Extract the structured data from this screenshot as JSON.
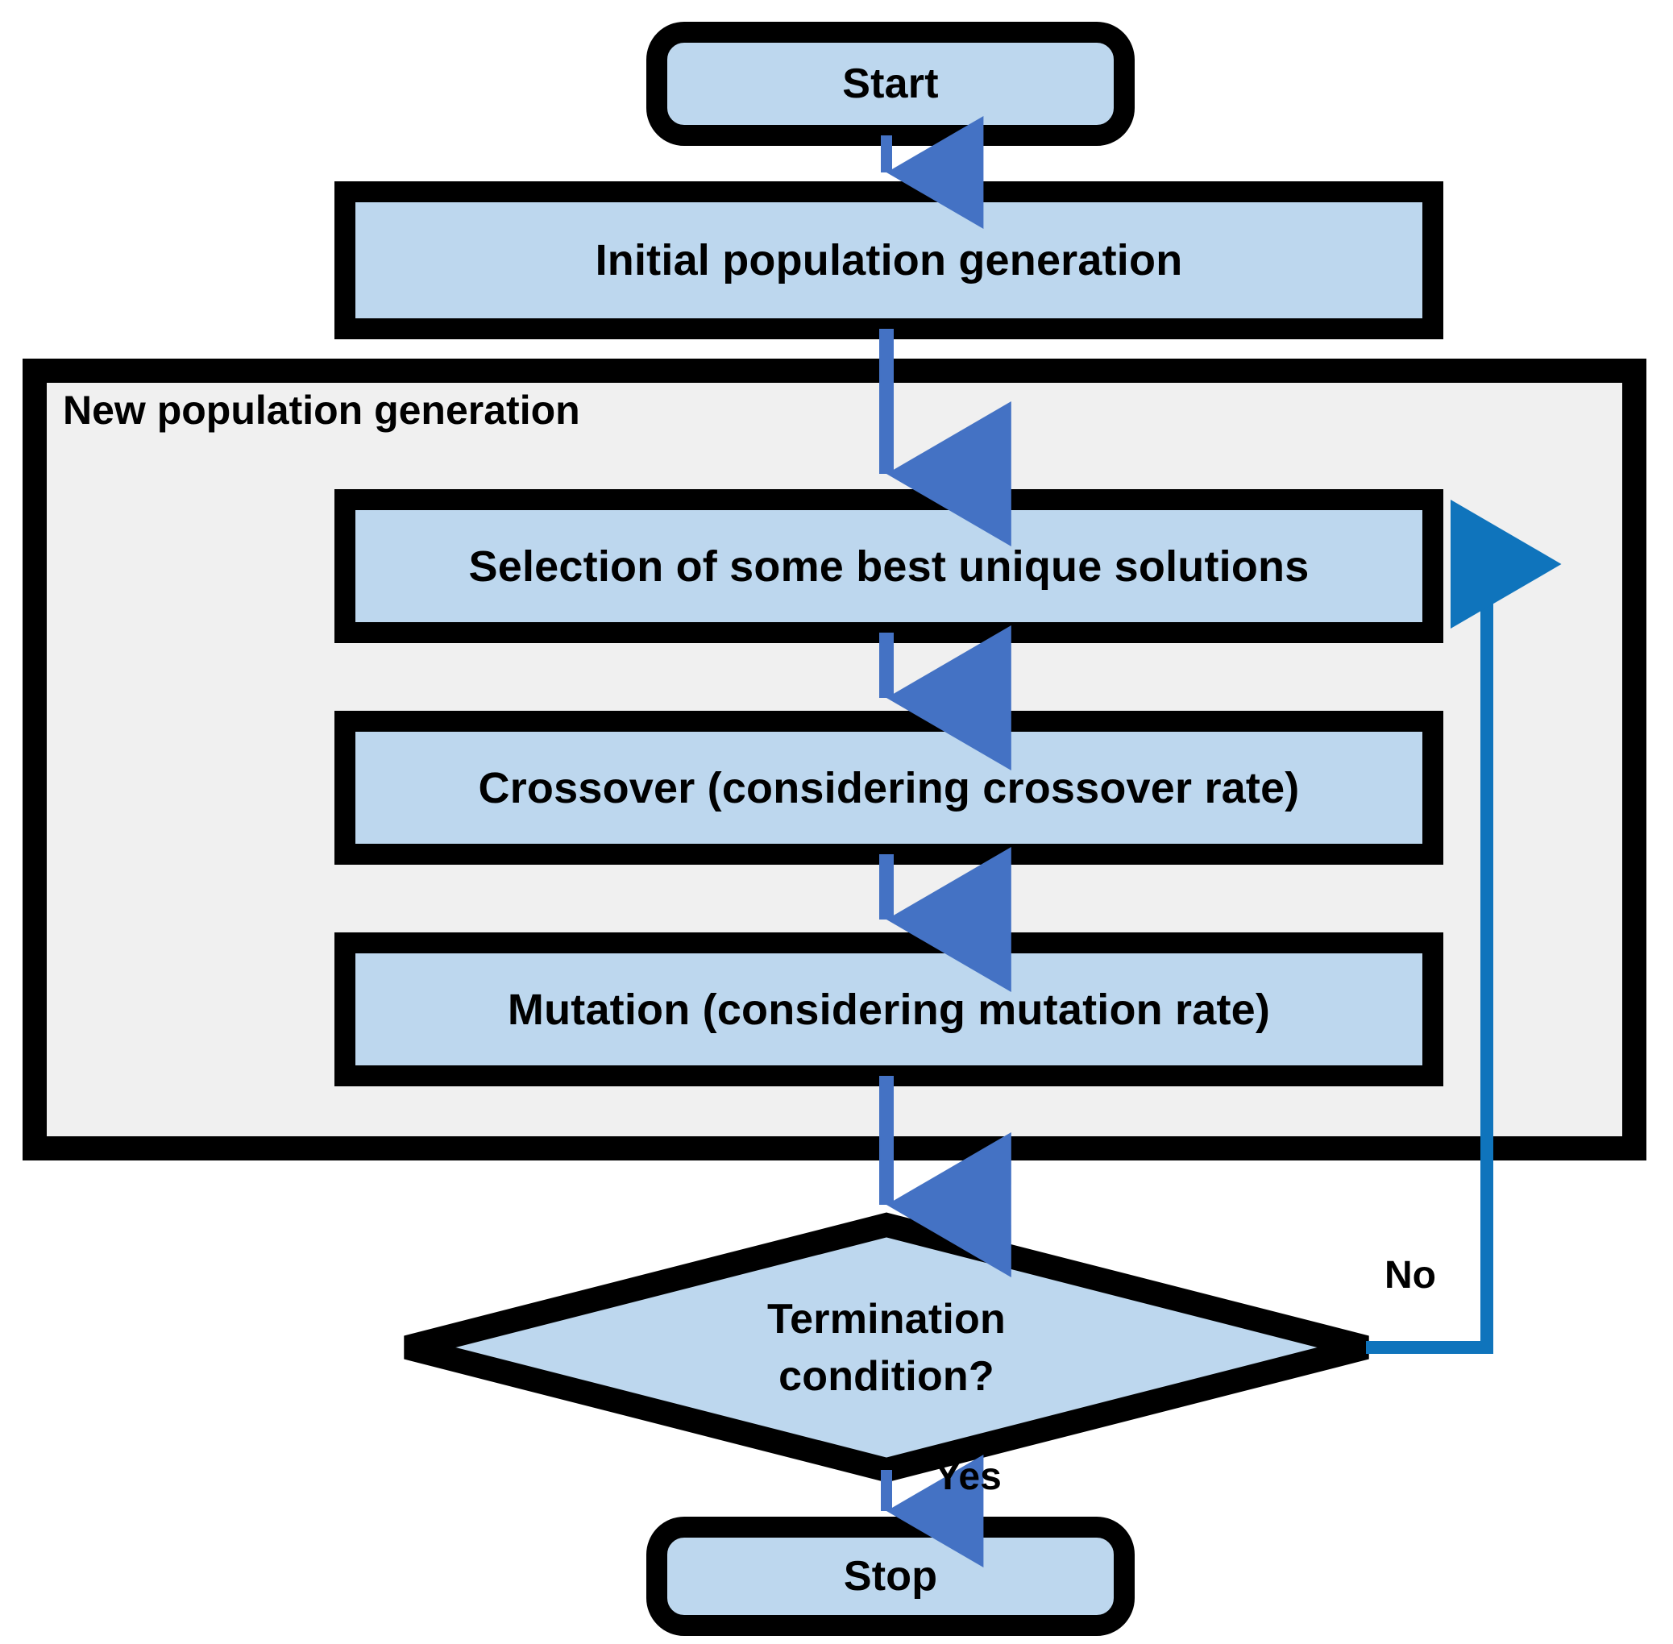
{
  "diagram": {
    "title": "Genetic algorithm flowchart",
    "colors": {
      "node_fill": "#BDD7EE",
      "node_border": "#000000",
      "group_fill": "#F0F0F0",
      "group_border": "#000000",
      "arrow_blue": "#4472C4",
      "loop_blue": "#0F74BC",
      "text": "#000000",
      "page_background": "#FFFFFF"
    },
    "group": {
      "label": "New population generation"
    },
    "nodes": [
      {
        "id": "start",
        "label": "Start",
        "shape": "rounded-rectangle"
      },
      {
        "id": "initial-population",
        "label": "Initial  population generation",
        "shape": "rectangle"
      },
      {
        "id": "selection",
        "label": "Selection of some best unique solutions",
        "shape": "rectangle"
      },
      {
        "id": "crossover",
        "label": "Crossover (considering crossover rate)",
        "shape": "rectangle"
      },
      {
        "id": "mutation",
        "label": "Mutation (considering  mutation rate)",
        "shape": "rectangle"
      },
      {
        "id": "termination",
        "label": "Termination\ncondition?",
        "shape": "diamond"
      },
      {
        "id": "stop",
        "label": "Stop",
        "shape": "rounded-rectangle"
      }
    ],
    "edge_labels": {
      "no": "No",
      "yes": "Yes"
    }
  }
}
